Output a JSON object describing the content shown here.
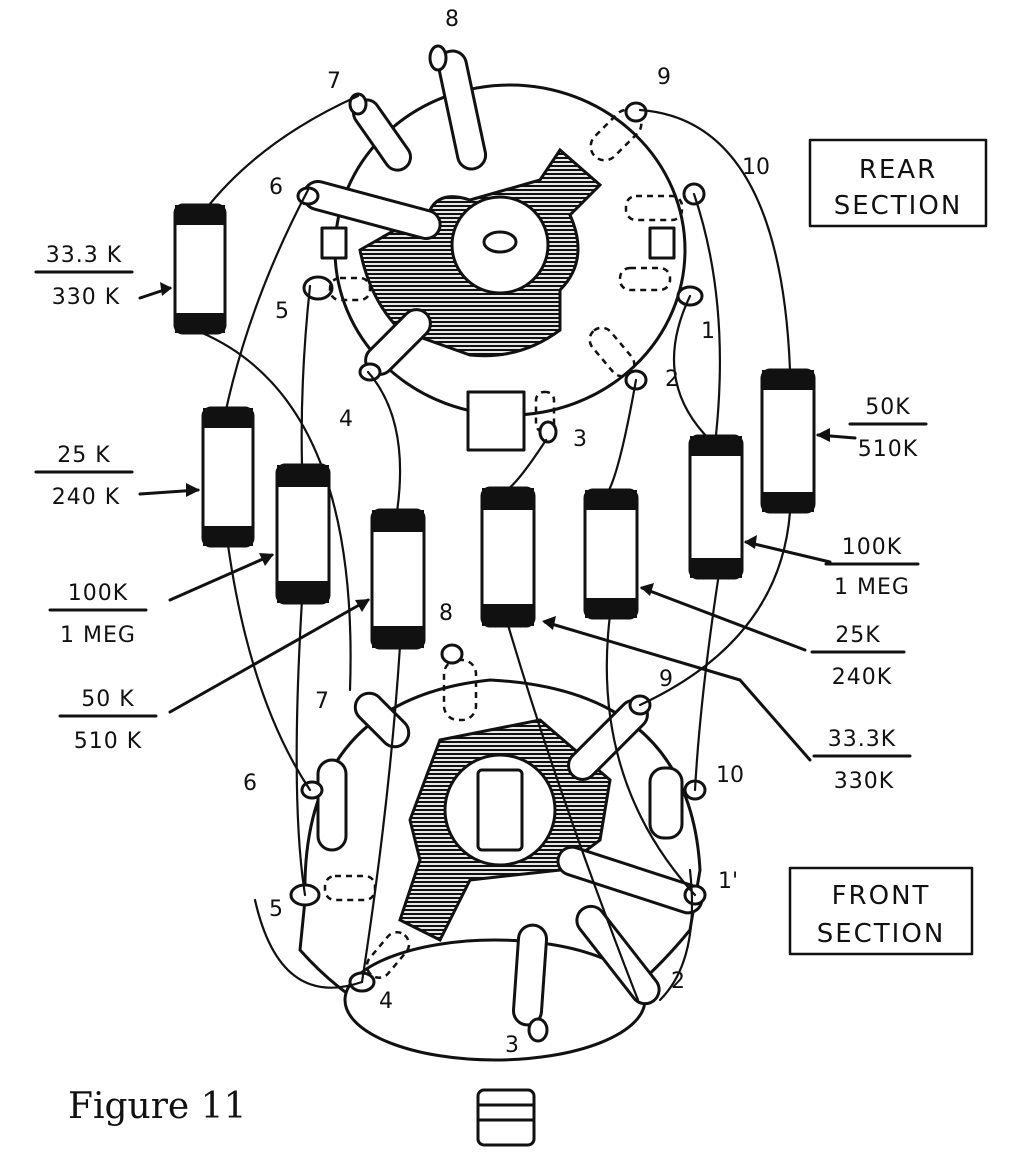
{
  "caption": "Figure 11",
  "sections": {
    "rear": {
      "line1": "REAR",
      "line2": "SECTION"
    },
    "front": {
      "line1": "FRONT",
      "line2": "SECTION"
    }
  },
  "rear_pins": [
    "1",
    "2",
    "3",
    "4",
    "5",
    "6",
    "7",
    "8",
    "9",
    "10"
  ],
  "front_pins": [
    "1'",
    "2",
    "3",
    "4",
    "5",
    "6",
    "7",
    "8",
    "9",
    "10"
  ],
  "resistors": [
    {
      "top": "33.3 K",
      "bottom": "330 K"
    },
    {
      "top": "25 K",
      "bottom": "240 K"
    },
    {
      "top": "100K",
      "bottom": "1 MEG"
    },
    {
      "top": "50 K",
      "bottom": "510 K"
    },
    {
      "top": "50K",
      "bottom": "510K"
    },
    {
      "top": "100K",
      "bottom": "1 MEG"
    },
    {
      "top": "25K",
      "bottom": "240K"
    },
    {
      "top": "33.3K",
      "bottom": "330K"
    }
  ]
}
